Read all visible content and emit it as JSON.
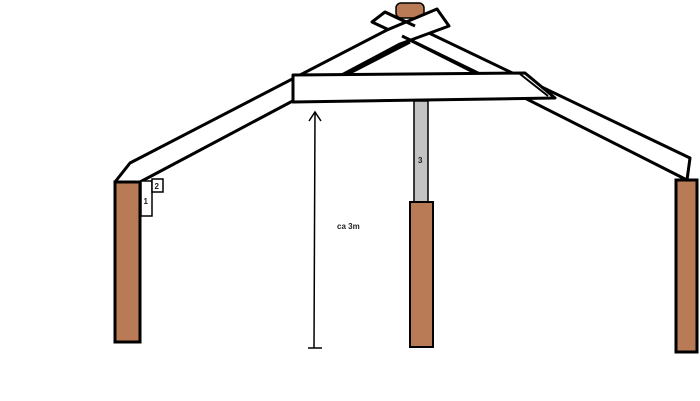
{
  "diagram": {
    "type": "roof-truss-sketch",
    "colors": {
      "wood_post": "#b97a56",
      "strut": "#c3c3c3",
      "line": "#000000",
      "background": "#ffffff",
      "beam_fill": "#ffffff"
    },
    "labels": {
      "box_1": "1",
      "box_2": "2",
      "strut_3": "3",
      "height_dimension": "ca 3m"
    },
    "elements": [
      {
        "name": "left-post",
        "kind": "post"
      },
      {
        "name": "center-post",
        "kind": "post"
      },
      {
        "name": "right-post",
        "kind": "post"
      },
      {
        "name": "king-strut",
        "kind": "strut",
        "label": "3"
      },
      {
        "name": "collar-beam",
        "kind": "beam"
      },
      {
        "name": "left-rafter",
        "kind": "rafter"
      },
      {
        "name": "right-rafter",
        "kind": "rafter"
      },
      {
        "name": "ridge-cap",
        "kind": "block"
      },
      {
        "name": "bracket-1",
        "kind": "plate",
        "label": "1"
      },
      {
        "name": "bracket-2",
        "kind": "plate",
        "label": "2"
      },
      {
        "name": "height-arrow",
        "kind": "dimension",
        "label": "ca 3m"
      }
    ]
  }
}
